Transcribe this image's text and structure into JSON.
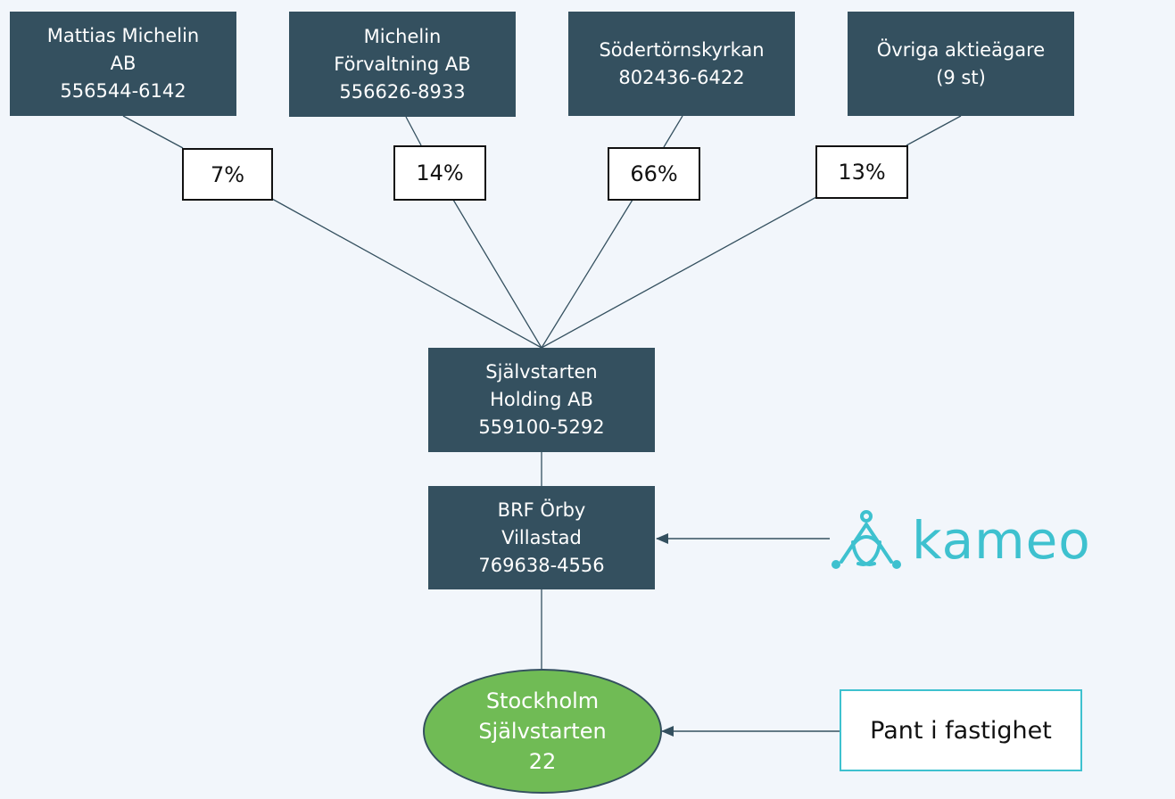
{
  "shareholders": [
    {
      "lines": [
        "Mattias Michelin",
        "AB",
        "556544-6142"
      ],
      "share": "7%"
    },
    {
      "lines": [
        "Michelin",
        "Förvaltning AB",
        "556626-8933"
      ],
      "share": "14%"
    },
    {
      "lines": [
        "Södertörnskyrkan",
        "802436-6422"
      ],
      "share": "66%"
    },
    {
      "lines": [
        "Övriga aktieägare",
        "(9 st)"
      ],
      "share": "13%"
    }
  ],
  "holding": {
    "lines": [
      "Självstarten",
      "Holding AB",
      "559100-5292"
    ]
  },
  "brf": {
    "lines": [
      "BRF Örby",
      "Villastad",
      "769638-4556"
    ]
  },
  "property": {
    "lines": [
      "Stockholm",
      "Självstarten",
      "22"
    ]
  },
  "lender": {
    "logo_text": "kameo",
    "logo_icon": "kameo-logo-icon"
  },
  "collateral": {
    "label": "Pant i fastighet"
  },
  "colors": {
    "box": "#34505f",
    "property": "#70bb55",
    "accent": "#3ec1cf",
    "background": "#f2f6fb"
  }
}
